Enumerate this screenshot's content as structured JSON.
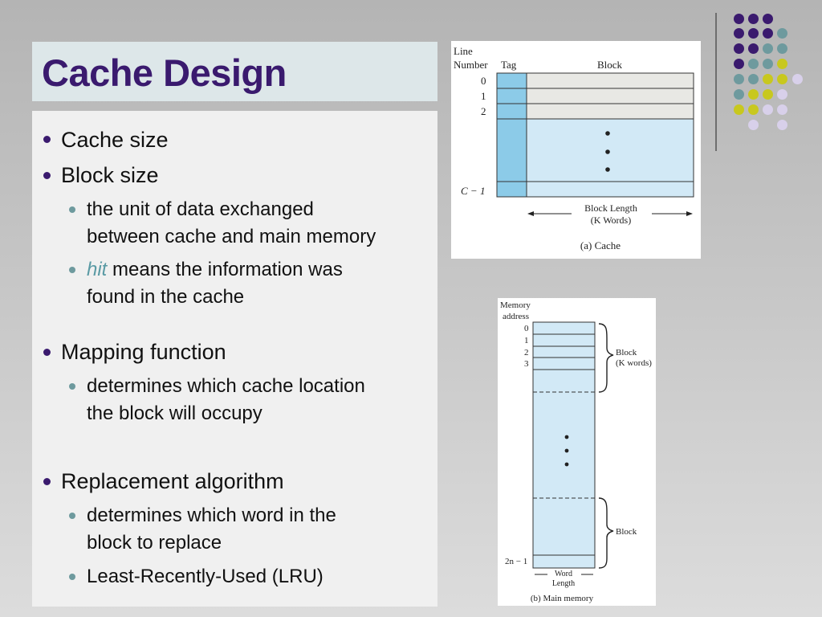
{
  "slide": {
    "title": "Cache Design",
    "bullets": [
      {
        "text": "Cache size"
      },
      {
        "text": "Block size",
        "sub": [
          {
            "lines": [
              "the unit of data exchanged",
              "between cache and main memory"
            ]
          },
          {
            "hit": "hit",
            "lines": [
              " means the information was",
              "found in the cache"
            ]
          }
        ]
      },
      {
        "text": "Mapping function",
        "sub": [
          {
            "lines": [
              "determines which cache location",
              "the block will occupy"
            ]
          }
        ]
      },
      {
        "text": "Replacement algorithm",
        "sub": [
          {
            "lines": [
              "determines which word in the",
              "block to replace"
            ]
          },
          {
            "lines": [
              "Least-Recently-Used (LRU)"
            ]
          }
        ]
      }
    ]
  },
  "figure_cache": {
    "header_line": "Line",
    "header_number": "Number",
    "header_tag": "Tag",
    "header_block": "Block",
    "row_labels": [
      "0",
      "1",
      "2"
    ],
    "last_label": "C − 1",
    "block_length": "Block Length",
    "block_length_unit": "(K Words)",
    "caption": "(a) Cache"
  },
  "figure_memory": {
    "header_memory": "Memory",
    "header_address": "address",
    "row_labels": [
      "0",
      "1",
      "2",
      "3"
    ],
    "last_label": "2n − 1",
    "block_label": "Block",
    "block_unit": "(K words)",
    "block_label_2": "Block",
    "word": "Word",
    "length": "Length",
    "caption": "(b) Main memory"
  },
  "colors": {
    "title": "#3a1a6e",
    "purple": "#3a1a6e",
    "teal": "#6e9a9e",
    "yellow": "#c8c81e",
    "lavender": "#d8d0ea",
    "tag_fill": "#8ccbe8",
    "block_fill": "#d2e9f6",
    "row_fill": "#e8e8e4"
  }
}
